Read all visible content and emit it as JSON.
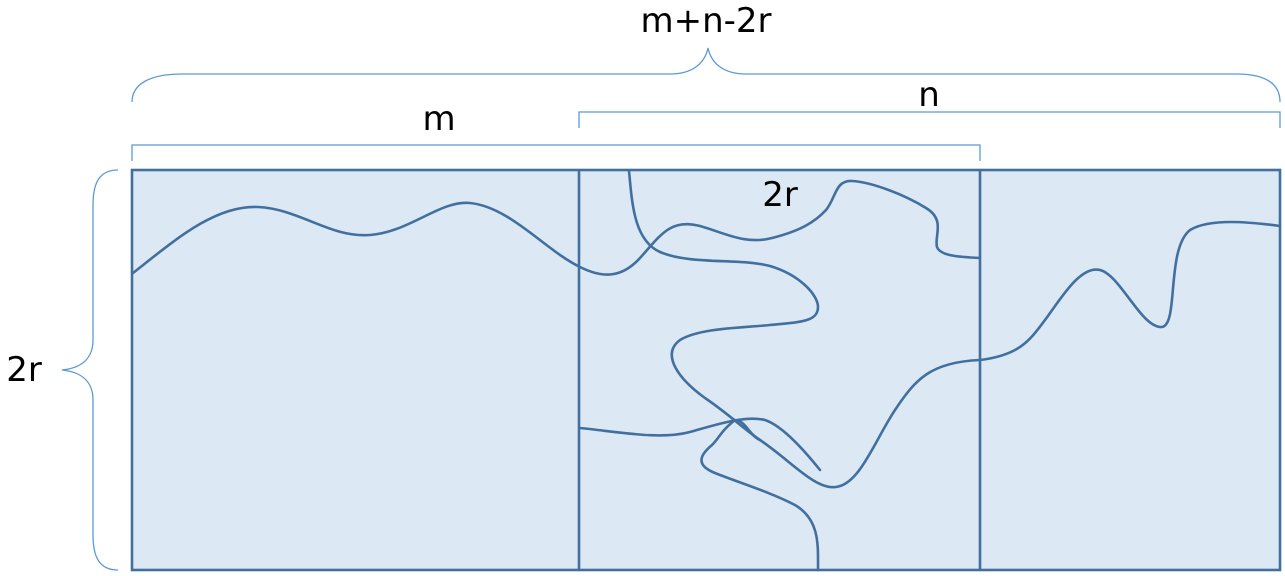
{
  "diagram": {
    "labels": {
      "top_total": "m+n-2r",
      "left_width": "m",
      "right_width": "n",
      "overlap": "2r",
      "height": "2r"
    },
    "colors": {
      "fill": "#dde8f5",
      "stroke": "#41709f",
      "brace": "#5b9bd5",
      "text": "#000000"
    }
  }
}
